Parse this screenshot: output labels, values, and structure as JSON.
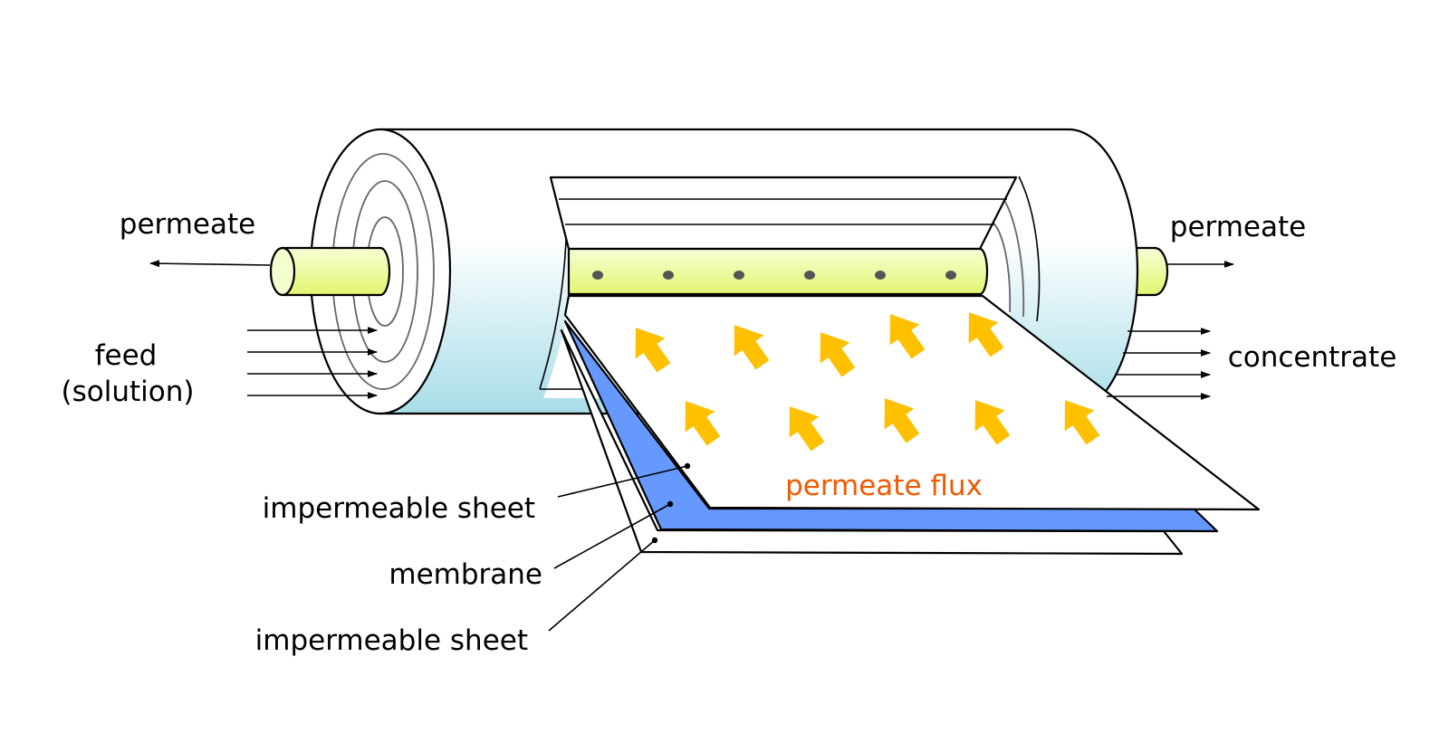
{
  "labels": {
    "permeate_left": "permeate",
    "permeate_right": "permeate",
    "feed_line1": "feed",
    "feed_line2": "(solution)",
    "concentrate": "concentrate",
    "permeate_flux": "permeate flux",
    "impermeable_sheet_top": "impermeable sheet",
    "membrane": "membrane",
    "impermeable_sheet_bottom": "impermeable sheet"
  },
  "colors": {
    "membrane": "#6699ff",
    "flux_arrow": "#ffc000",
    "flux_text": "#f05a00",
    "tube_top": "#ffffff",
    "tube_bottom": "#a8dde8",
    "permeate_tube_top": "#f5ffcc",
    "permeate_tube_bottom": "#e6f57a",
    "tube_hole": "#555555"
  },
  "icons": {
    "flow_arrow": "black-arrow-icon",
    "flux_arrow": "yellow-up-arrow-icon"
  }
}
